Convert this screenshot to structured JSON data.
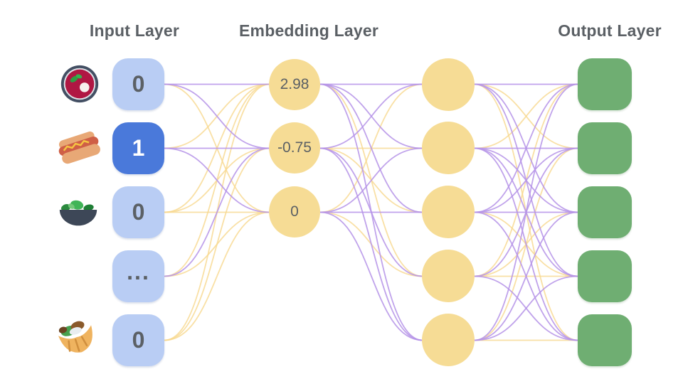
{
  "titles": {
    "input": "Input Layer",
    "embedding": "Embedding Layer",
    "output": "Output Layer"
  },
  "colors": {
    "purple": "#b593e8",
    "yellow": "#f8d88f",
    "input_node": "#b9cdf4",
    "input_node_active": "#4a79da",
    "embedding_node": "#f6dc95",
    "output_node": "#6fae72",
    "text": "#5b6065"
  },
  "input_layer": {
    "nodes": [
      {
        "icon": "borscht-icon",
        "value": "0",
        "active": false
      },
      {
        "icon": "hot-dog-icon",
        "value": "1",
        "active": true
      },
      {
        "icon": "green-salad-icon",
        "value": "0",
        "active": false
      },
      {
        "icon": "",
        "value": "...",
        "active": false
      },
      {
        "icon": "stuffed-flatbread-icon",
        "value": "0",
        "active": false
      }
    ]
  },
  "embedding_layer": {
    "nodes": [
      {
        "value": "2.98"
      },
      {
        "value": "-0.75"
      },
      {
        "value": "0"
      }
    ]
  },
  "hidden_layer": {
    "node_count": 5
  },
  "output_layer": {
    "node_count": 5
  },
  "edges": {
    "input_embedding": [
      {
        "from": 0,
        "to": 0,
        "color": "purple"
      },
      {
        "from": 0,
        "to": 1,
        "color": "purple"
      },
      {
        "from": 0,
        "to": 2,
        "color": "yellow"
      },
      {
        "from": 1,
        "to": 0,
        "color": "yellow"
      },
      {
        "from": 1,
        "to": 1,
        "color": "purple"
      },
      {
        "from": 1,
        "to": 2,
        "color": "purple"
      },
      {
        "from": 2,
        "to": 0,
        "color": "yellow"
      },
      {
        "from": 2,
        "to": 1,
        "color": "yellow"
      },
      {
        "from": 2,
        "to": 2,
        "color": "yellow"
      },
      {
        "from": 3,
        "to": 0,
        "color": "yellow"
      },
      {
        "from": 3,
        "to": 1,
        "color": "purple"
      },
      {
        "from": 3,
        "to": 2,
        "color": "yellow"
      },
      {
        "from": 4,
        "to": 0,
        "color": "yellow"
      },
      {
        "from": 4,
        "to": 1,
        "color": "yellow"
      },
      {
        "from": 4,
        "to": 2,
        "color": "yellow"
      }
    ],
    "embedding_hidden": [
      {
        "from": 0,
        "to": 0,
        "color": "purple"
      },
      {
        "from": 0,
        "to": 1,
        "color": "purple"
      },
      {
        "from": 0,
        "to": 2,
        "color": "purple"
      },
      {
        "from": 0,
        "to": 3,
        "color": "yellow"
      },
      {
        "from": 0,
        "to": 4,
        "color": "purple"
      },
      {
        "from": 1,
        "to": 0,
        "color": "purple"
      },
      {
        "from": 1,
        "to": 1,
        "color": "yellow"
      },
      {
        "from": 1,
        "to": 2,
        "color": "yellow"
      },
      {
        "from": 1,
        "to": 3,
        "color": "purple"
      },
      {
        "from": 1,
        "to": 4,
        "color": "purple"
      },
      {
        "from": 2,
        "to": 0,
        "color": "yellow"
      },
      {
        "from": 2,
        "to": 1,
        "color": "purple"
      },
      {
        "from": 2,
        "to": 2,
        "color": "purple"
      },
      {
        "from": 2,
        "to": 3,
        "color": "yellow"
      },
      {
        "from": 2,
        "to": 4,
        "color": "purple"
      }
    ],
    "hidden_output": [
      {
        "from": 0,
        "to": 0,
        "color": "purple"
      },
      {
        "from": 0,
        "to": 1,
        "color": "yellow"
      },
      {
        "from": 0,
        "to": 2,
        "color": "purple"
      },
      {
        "from": 0,
        "to": 3,
        "color": "purple"
      },
      {
        "from": 0,
        "to": 4,
        "color": "yellow"
      },
      {
        "from": 1,
        "to": 0,
        "color": "yellow"
      },
      {
        "from": 1,
        "to": 1,
        "color": "purple"
      },
      {
        "from": 1,
        "to": 2,
        "color": "purple"
      },
      {
        "from": 1,
        "to": 3,
        "color": "purple"
      },
      {
        "from": 1,
        "to": 4,
        "color": "purple"
      },
      {
        "from": 2,
        "to": 0,
        "color": "purple"
      },
      {
        "from": 2,
        "to": 1,
        "color": "purple"
      },
      {
        "from": 2,
        "to": 2,
        "color": "purple"
      },
      {
        "from": 2,
        "to": 3,
        "color": "yellow"
      },
      {
        "from": 2,
        "to": 4,
        "color": "purple"
      },
      {
        "from": 3,
        "to": 0,
        "color": "yellow"
      },
      {
        "from": 3,
        "to": 1,
        "color": "purple"
      },
      {
        "from": 3,
        "to": 2,
        "color": "yellow"
      },
      {
        "from": 3,
        "to": 3,
        "color": "yellow"
      },
      {
        "from": 3,
        "to": 4,
        "color": "purple"
      },
      {
        "from": 4,
        "to": 0,
        "color": "purple"
      },
      {
        "from": 4,
        "to": 1,
        "color": "yellow"
      },
      {
        "from": 4,
        "to": 2,
        "color": "purple"
      },
      {
        "from": 4,
        "to": 3,
        "color": "purple"
      },
      {
        "from": 4,
        "to": 4,
        "color": "yellow"
      }
    ]
  }
}
